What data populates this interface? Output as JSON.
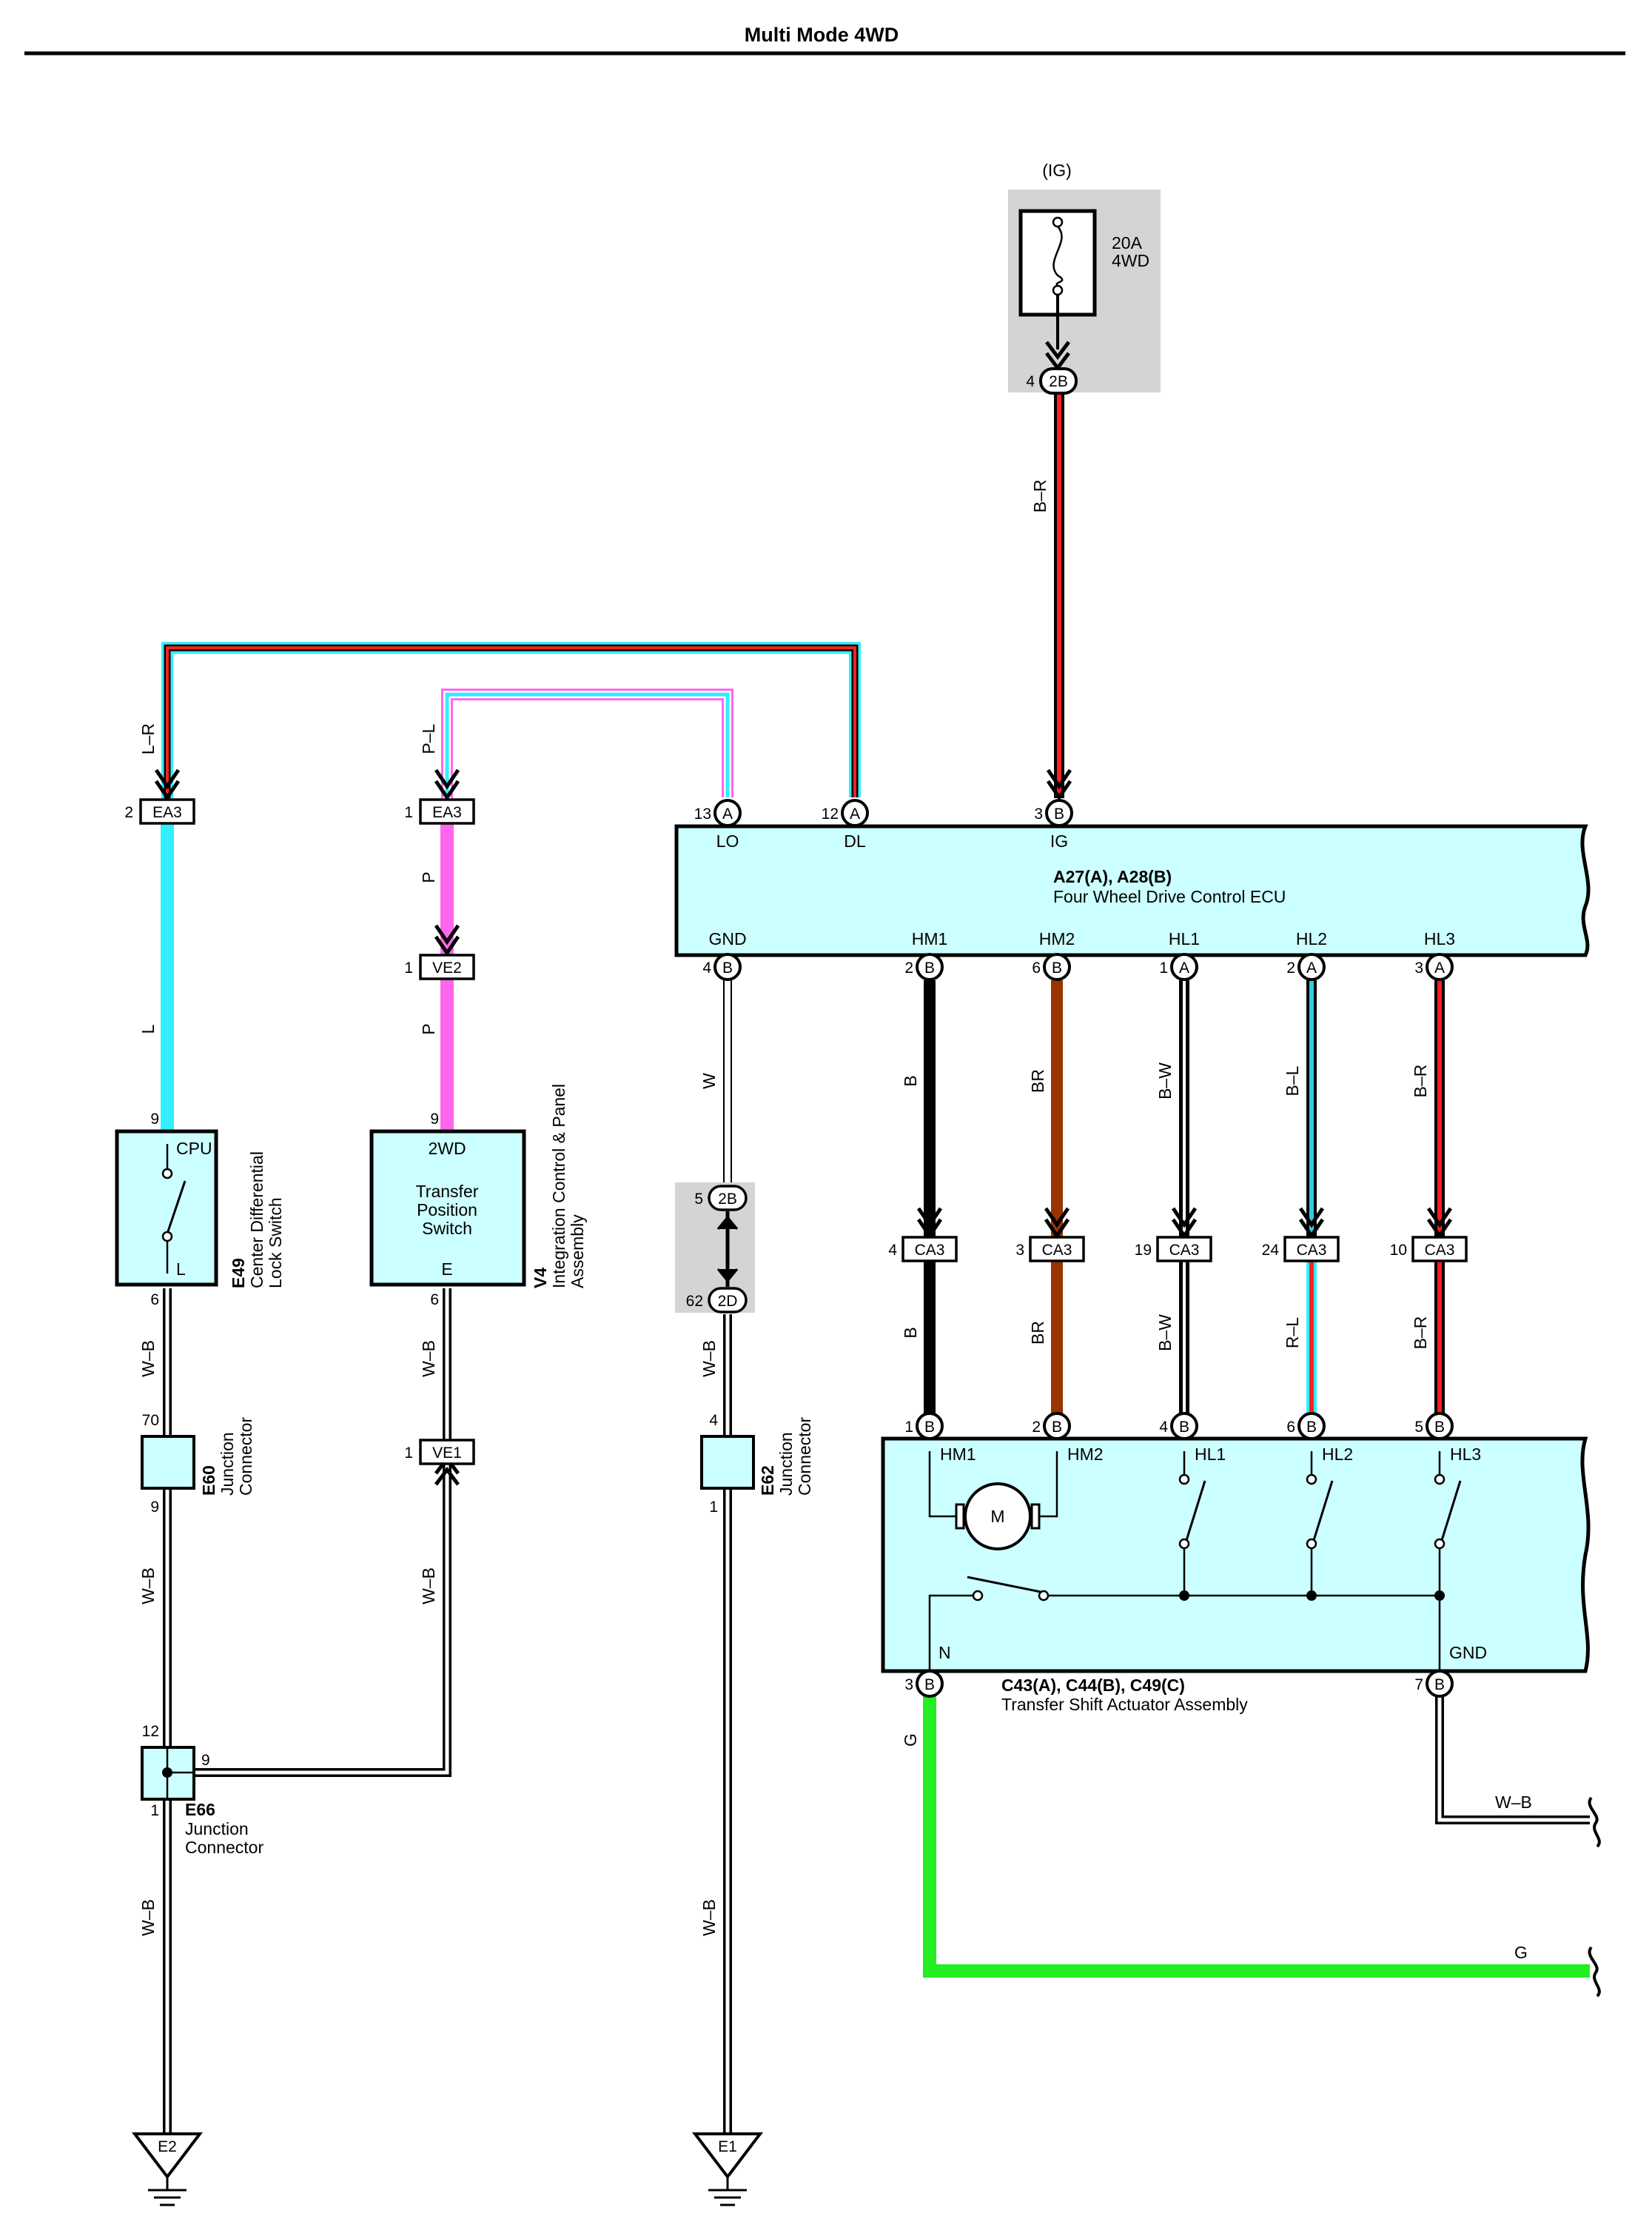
{
  "title": "Multi Mode 4WD",
  "colors": {
    "light_blue": "#33eeff",
    "red": "#ff2020",
    "pink": "#ff66ee",
    "brown": "#993300",
    "green": "#22ee22",
    "component_fill": "#ccffff",
    "splice_grey": "#d4d4d4"
  },
  "fuse": {
    "source": "(IG)",
    "rating": "20A",
    "name": "4WD",
    "connector": "2B",
    "pin": "4"
  },
  "components": {
    "ecu": {
      "code": "A27(A), A28(B)",
      "name": "Four Wheel Drive Control ECU",
      "top_pins": [
        {
          "num": "13",
          "conn": "A",
          "term": "LO"
        },
        {
          "num": "12",
          "conn": "A",
          "term": "DL"
        },
        {
          "num": "3",
          "conn": "B",
          "term": "IG"
        }
      ],
      "bottom_pins": [
        {
          "num": "4",
          "conn": "B",
          "term": "GND"
        },
        {
          "num": "2",
          "conn": "B",
          "term": "HM1"
        },
        {
          "num": "6",
          "conn": "B",
          "term": "HM2"
        },
        {
          "num": "1",
          "conn": "A",
          "term": "HL1"
        },
        {
          "num": "2",
          "conn": "A",
          "term": "HL2"
        },
        {
          "num": "3",
          "conn": "A",
          "term": "HL3"
        }
      ]
    },
    "actuator": {
      "code": "C43(A), C44(B), C49(C)",
      "name": "Transfer Shift Actuator Assembly",
      "motor": "M",
      "top_pins": [
        {
          "num": "1",
          "conn": "B",
          "term": "HM1"
        },
        {
          "num": "2",
          "conn": "B",
          "term": "HM2"
        },
        {
          "num": "4",
          "conn": "B",
          "term": "HL1"
        },
        {
          "num": "6",
          "conn": "B",
          "term": "HL2"
        },
        {
          "num": "5",
          "conn": "B",
          "term": "HL3"
        }
      ],
      "bottom_pins": [
        {
          "num": "3",
          "conn": "B",
          "term": "N"
        },
        {
          "num": "7",
          "conn": "B",
          "term": "GND"
        }
      ]
    },
    "e49": {
      "code": "E49",
      "name_line1": "Center Differential",
      "name_line2": "Lock Switch",
      "term_top": "CPU",
      "term_bottom": "L",
      "pin_top": "9",
      "pin_bottom": "6"
    },
    "v4": {
      "code": "V4",
      "name_line1": "Integration Control & Panel",
      "name_line2": "Assembly",
      "term_top": "2WD",
      "term_bottom": "E",
      "label_line1": "Transfer",
      "label_line2": "Position",
      "label_line3": "Switch",
      "pin_top": "9",
      "pin_bottom": "6"
    },
    "e60": {
      "code": "E60",
      "name_line1": "Junction",
      "name_line2": "Connector",
      "pin_top": "70",
      "pin_bottom": "9"
    },
    "e62": {
      "code": "E62",
      "name_line1": "Junction",
      "name_line2": "Connector",
      "pin_top": "4",
      "pin_bottom": "1"
    },
    "e66": {
      "code": "E66",
      "name_line1": "Junction",
      "name_line2": "Connector",
      "pin_top": "12",
      "pin_side": "9",
      "pin_bottom": "1"
    }
  },
  "connectors": {
    "ea3_left": {
      "label": "EA3",
      "pin": "2"
    },
    "ea3_right": {
      "label": "EA3",
      "pin": "1"
    },
    "ve2": {
      "label": "VE2",
      "pin": "1"
    },
    "ve1": {
      "label": "VE1",
      "pin": "1"
    },
    "splice_top": {
      "label": "2B",
      "pin": "5"
    },
    "splice_bottom": {
      "label": "2D",
      "pin": "62"
    },
    "ca3": [
      {
        "label": "CA3",
        "pin": "4"
      },
      {
        "label": "CA3",
        "pin": "3"
      },
      {
        "label": "CA3",
        "pin": "19"
      },
      {
        "label": "CA3",
        "pin": "24"
      },
      {
        "label": "CA3",
        "pin": "10"
      }
    ]
  },
  "wire_labels": {
    "ig": "B–R",
    "lr": "L–R",
    "pl": "P–L",
    "p1": "P",
    "p2": "P",
    "l": "L",
    "wb_e49": "W–B",
    "wb_e60": "W–B",
    "wb_v4_top": "W–B",
    "wb_v4_bottom": "W–B",
    "wb_e2": "W–B",
    "w_gnd": "W",
    "wb_e62_top": "W–B",
    "wb_e1": "W–B",
    "hm1_a": "B",
    "hm1_b": "B",
    "hm2_a": "BR",
    "hm2_b": "BR",
    "hl1_a": "B–W",
    "hl1_b": "B–W",
    "hl2_a": "B–L",
    "hl2_b": "R–L",
    "hl3_a": "B–R",
    "hl3_b": "B–R",
    "green_v": "G",
    "green_h": "G",
    "wb_right": "W–B"
  },
  "grounds": {
    "left": "E2",
    "right": "E1"
  }
}
